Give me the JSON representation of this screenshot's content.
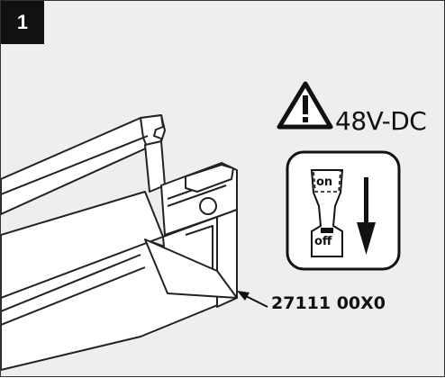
{
  "step": {
    "number": "1"
  },
  "warning": {
    "voltage": "48V-DC",
    "icon": "warning-triangle-icon"
  },
  "switch": {
    "on_label": "on",
    "off_label": "off",
    "direction": "down"
  },
  "part": {
    "number": "27111 00X0"
  },
  "colors": {
    "background": "#eeeeee",
    "ink": "#111111",
    "panel": "#ffffff"
  }
}
